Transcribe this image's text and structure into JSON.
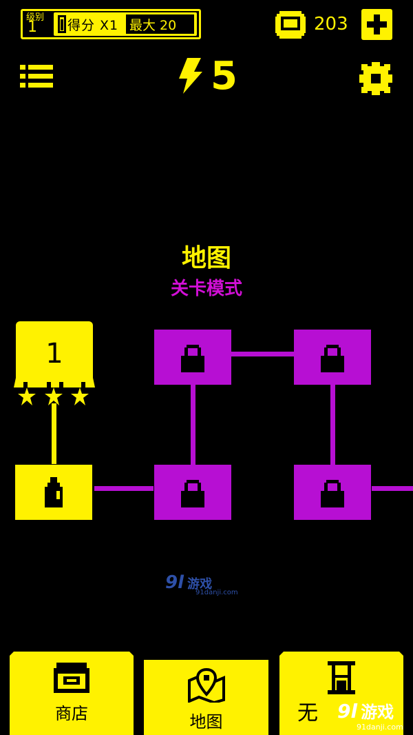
{
  "top_bar": {
    "level_label": "级别",
    "level_value": "1",
    "score_label": "得分 X1",
    "max_label": "最大 20",
    "coins": "203"
  },
  "energy": {
    "value": "5"
  },
  "map": {
    "title": "地图",
    "subtitle": "关卡模式"
  },
  "nodes": {
    "level_1_number": "1",
    "level_1_stars": 3
  },
  "tabs": [
    {
      "label": "商店",
      "icon": "shop-icon"
    },
    {
      "label": "地图",
      "icon": "map-pin-icon",
      "selected": true
    },
    {
      "label": "无",
      "icon": "hourglass-icon"
    }
  ],
  "watermark": {
    "brand": "游戏",
    "url": "91danji.com"
  },
  "colors": {
    "accent": "#FFF200",
    "locked": "#B70FD3",
    "subtitle": "#D10FD6",
    "background": "#000000"
  }
}
